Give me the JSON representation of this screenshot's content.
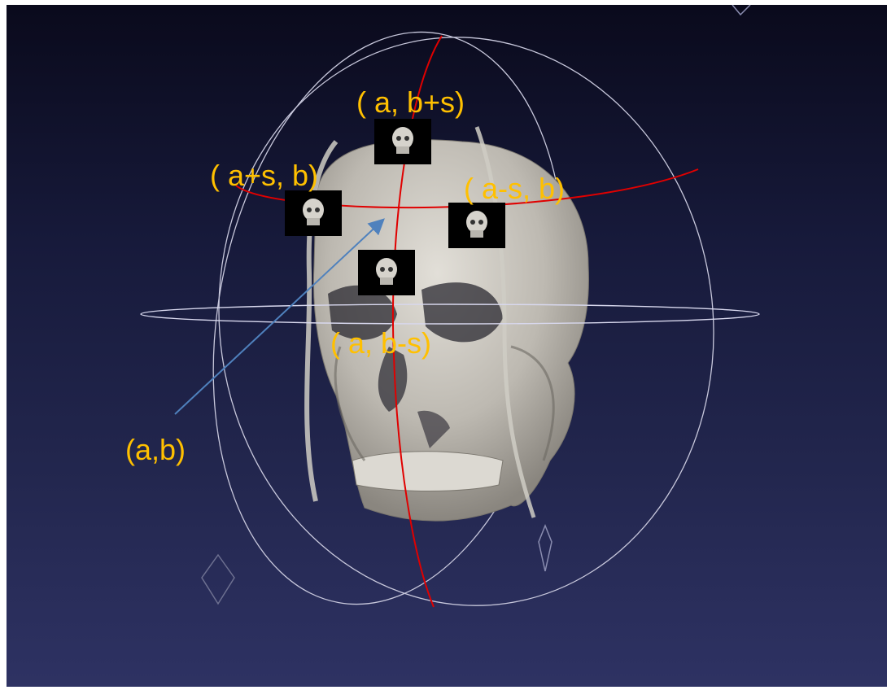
{
  "labels": {
    "top": "( a, b+s)",
    "left": "( a+s, b)",
    "right": "( a-s, b)",
    "bottom": "( a, b-s)",
    "origin": "(a,b)"
  },
  "colors": {
    "background_top": "#0a0a1c",
    "background_bottom": "#2e3263",
    "label": "#ffc000",
    "red_arc": "#e00000",
    "arrow": "#4f81bd",
    "gizmo_ring": "#c8c8dc",
    "skull": "#c9c6bf"
  },
  "icons": {
    "thumbnail": "skull-thumbnail-icon",
    "arrow": "pointer-arrow-icon"
  }
}
